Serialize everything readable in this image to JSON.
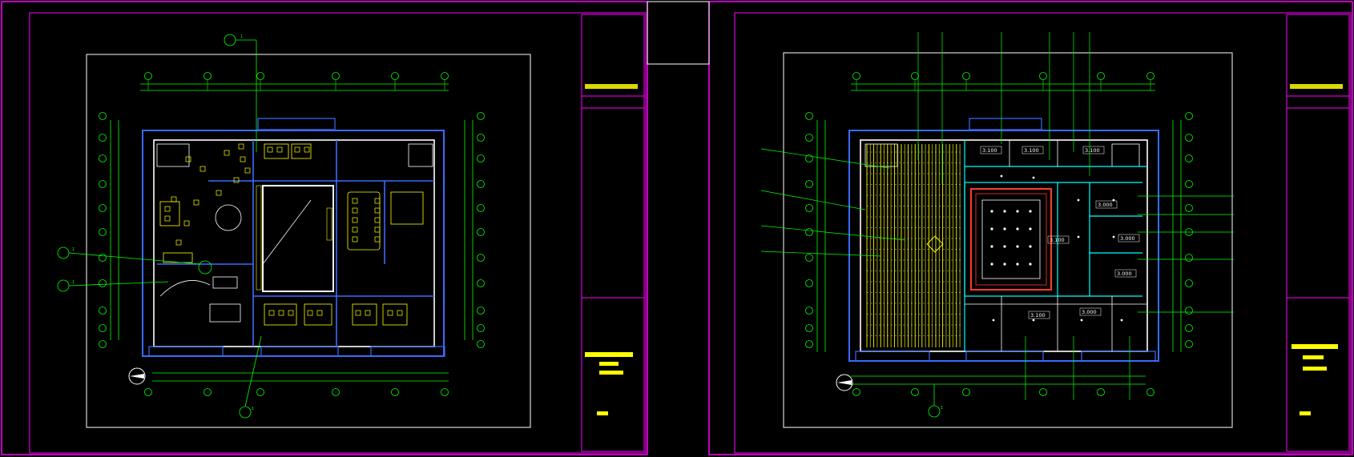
{
  "sheets": [
    {
      "id": "left",
      "label_callouts": [
        "1",
        "1",
        "1",
        "1"
      ],
      "title_block": {
        "header": [
          "",
          "",
          ""
        ],
        "stamp_text": "",
        "project_text": ""
      }
    },
    {
      "id": "right",
      "label_callouts": [
        "1"
      ],
      "title_block": {
        "header": [
          "",
          "",
          ""
        ],
        "stamp_text": "",
        "project_text": ""
      }
    }
  ],
  "ceiling_levels": [
    "3.100",
    "3.100",
    "3.100",
    "3.000",
    "3.000",
    "3.100",
    "3.100",
    "3.000",
    "3.000"
  ],
  "colors": {
    "background": "#000000",
    "frame": "#ff00ff",
    "dimension": "#00ff00",
    "furniture": "#ffff00",
    "wall": "#ffffff",
    "glass": "#00ffff",
    "partition": "#3a6bff",
    "accent": "#ff3b30"
  }
}
